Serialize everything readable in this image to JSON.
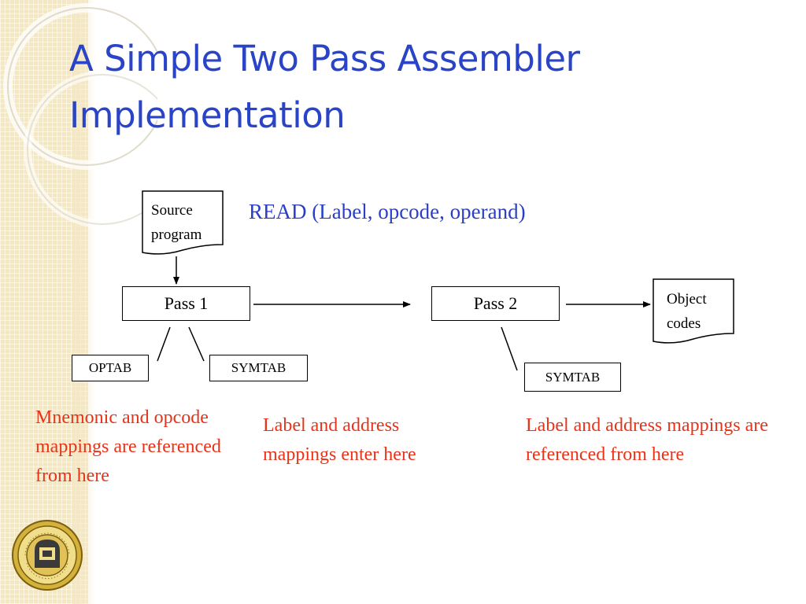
{
  "slide": {
    "title_line1": "A Simple Two Pass Assembler",
    "title_line2": "Implementation",
    "read_statement": "READ (Label, opcode, operand)"
  },
  "diagram": {
    "source_doc": {
      "line1": "Source",
      "line2": "program"
    },
    "pass1": "Pass 1",
    "pass2": "Pass 2",
    "object_doc": {
      "line1": "Object",
      "line2": "codes"
    },
    "optab": "OPTAB",
    "symtab_pass1": "SYMTAB",
    "symtab_pass2": "SYMTAB"
  },
  "notes": {
    "optab_note": "Mnemonic and opcode mappings are referenced from here",
    "symtab_enter_note": "Label and address mappings enter here",
    "symtab_ref_note": "Label and address mappings are referenced from here"
  },
  "colors": {
    "title": "#2a44c8",
    "read_statement": "#2a3fc6",
    "notes": "#e8331a",
    "sidebar": "#f4e8c4"
  },
  "icons": {
    "logo": "university-seal-icon"
  }
}
